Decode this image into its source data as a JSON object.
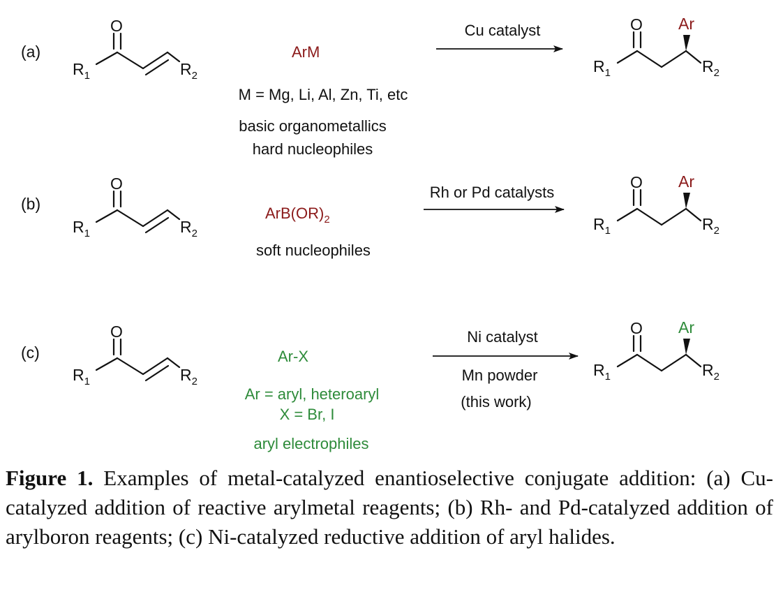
{
  "rows": [
    {
      "label": "(a)",
      "reagent": "ArM",
      "reagent_color": "#8b1a1a",
      "notes": [
        "M = Mg, Li, Al, Zn, Ti, etc",
        "basic organometallics",
        "hard nucleophiles"
      ],
      "conditions_above": "Cu catalyst",
      "conditions_below": [],
      "product_ar_color": "#8b1a1a"
    },
    {
      "label": "(b)",
      "reagent": "ArB(OR)",
      "reagent_subscript": "2",
      "reagent_color": "#8b1a1a",
      "notes": [
        "soft nucleophiles"
      ],
      "conditions_above": "Rh or Pd catalysts",
      "conditions_below": [],
      "product_ar_color": "#8b1a1a"
    },
    {
      "label": "(c)",
      "reagent": "Ar-X",
      "reagent_color": "#2e8b3a",
      "notes": [
        "Ar = aryl,  heteroaryl",
        "X = Br,  I",
        "aryl electrophiles"
      ],
      "notes_color": "#2e8b3a",
      "conditions_above": "Ni catalyst",
      "conditions_below": [
        "Mn powder",
        "(this work)"
      ],
      "product_ar_color": "#2e8b3a"
    }
  ],
  "atoms": {
    "oxygen": "O",
    "r": "R",
    "r1_sub": "1",
    "r2_sub": "2",
    "ar": "Ar"
  },
  "caption": {
    "label": "Figure 1.",
    "text": " Examples of metal-catalyzed enantioselective conjugate addition: (a) Cu-catalyzed addition of reactive arylmetal reagents; (b) Rh- and Pd-catalyzed addition of arylboron reagents; (c) Ni-catalyzed reductive addition of aryl halides."
  }
}
